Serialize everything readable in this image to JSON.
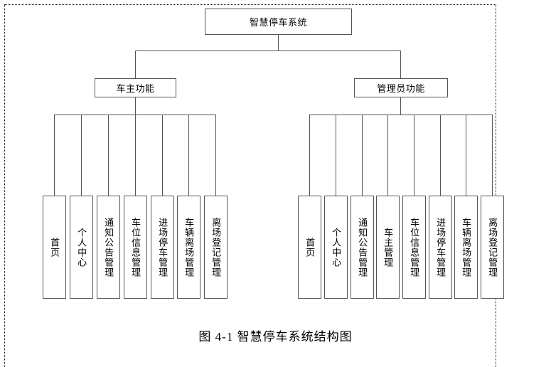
{
  "diagram": {
    "type": "tree-hierarchy",
    "caption": "图 4-1 智慧停车系统结构图",
    "root": {
      "label": "智慧停车系统"
    },
    "branches": [
      {
        "id": "owner",
        "label": "车主功能",
        "leaves": [
          {
            "label": "首页"
          },
          {
            "label": "个人中心"
          },
          {
            "label": "通知公告管理"
          },
          {
            "label": "车位信息管理"
          },
          {
            "label": "进场停车管理"
          },
          {
            "label": "车辆离场管理"
          },
          {
            "label": "离场登记管理"
          }
        ]
      },
      {
        "id": "admin",
        "label": "管理员功能",
        "leaves": [
          {
            "label": "首页"
          },
          {
            "label": "个人中心"
          },
          {
            "label": "通知公告管理"
          },
          {
            "label": "车主管理"
          },
          {
            "label": "车位信息管理"
          },
          {
            "label": "进场停车管理"
          },
          {
            "label": "车辆离场管理"
          },
          {
            "label": "离场登记管理"
          }
        ]
      }
    ]
  },
  "colors": {
    "background": "#ffffff",
    "stroke": "#555555",
    "text": "#000000",
    "page_border": "#111111"
  }
}
